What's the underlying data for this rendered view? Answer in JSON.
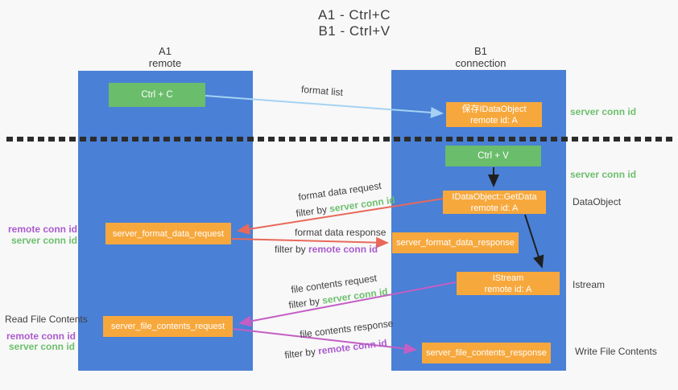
{
  "title": {
    "line1": "A1 - Ctrl+C",
    "line2": "B1 - Ctrl+V"
  },
  "columns": {
    "a1": {
      "label": "A1",
      "sublabel": "remote"
    },
    "b1": {
      "label": "B1",
      "sublabel": "connection"
    }
  },
  "boxes": {
    "ctrl_c": {
      "label": "Ctrl + C"
    },
    "save_idataobject": {
      "line1": "保存IDataObject",
      "line2": "remote id: A"
    },
    "ctrl_v": {
      "label": "Ctrl + V"
    },
    "getdata": {
      "line1": "IDataObject::GetData",
      "line2": "remote id: A"
    },
    "server_format_data_request": {
      "label": "server_format_data_request"
    },
    "server_format_data_response": {
      "label": "server_format_data_response"
    },
    "istream": {
      "line1": "IStream",
      "line2": "remote id: A"
    },
    "server_file_contents_request": {
      "label": "server_file_contents_request"
    },
    "server_file_contents_response": {
      "label": "server_file_contents_response"
    }
  },
  "right_labels": {
    "server_conn_id_top": "server conn id",
    "server_conn_id_mid": "server conn id",
    "dataobject": "DataObject",
    "istream": "Istream",
    "write_file_contents": "Write File Contents"
  },
  "left_labels": {
    "remote_conn_id_top": "remote conn id",
    "server_conn_id_top": "server conn id",
    "read_file_contents": "Read File Contents",
    "remote_conn_id_bottom": "remote conn id",
    "server_conn_id_bottom": "server conn id"
  },
  "arrow_labels": {
    "format_list": "format list",
    "format_data_request": "format data request",
    "filter_by_server_1": {
      "prefix": "filter by ",
      "highlight": "server conn id"
    },
    "format_data_response": "format data response",
    "filter_by_remote_1": {
      "prefix": "filter by ",
      "highlight": "remote conn id"
    },
    "file_contents_request": "file contents request",
    "filter_by_server_2": {
      "prefix": "filter by ",
      "highlight": "server conn id"
    },
    "file_contents_response": "file contents response",
    "filter_by_remote_2": {
      "prefix": "filter by ",
      "highlight": "remote conn id"
    }
  },
  "colors": {
    "column_blue": "#4a80d6",
    "box_green": "#6abd6b",
    "box_orange": "#f7a83d",
    "conn_green": "#6dbf6d",
    "conn_purple": "#ab5bce",
    "arrow_blue": "#a5d2f3",
    "arrow_red": "#e8695a",
    "arrow_magenta": "#c45ec4",
    "arrow_black": "#1f1f1f",
    "text_dark": "#3f3f3f",
    "background": "#f8f8f8"
  }
}
